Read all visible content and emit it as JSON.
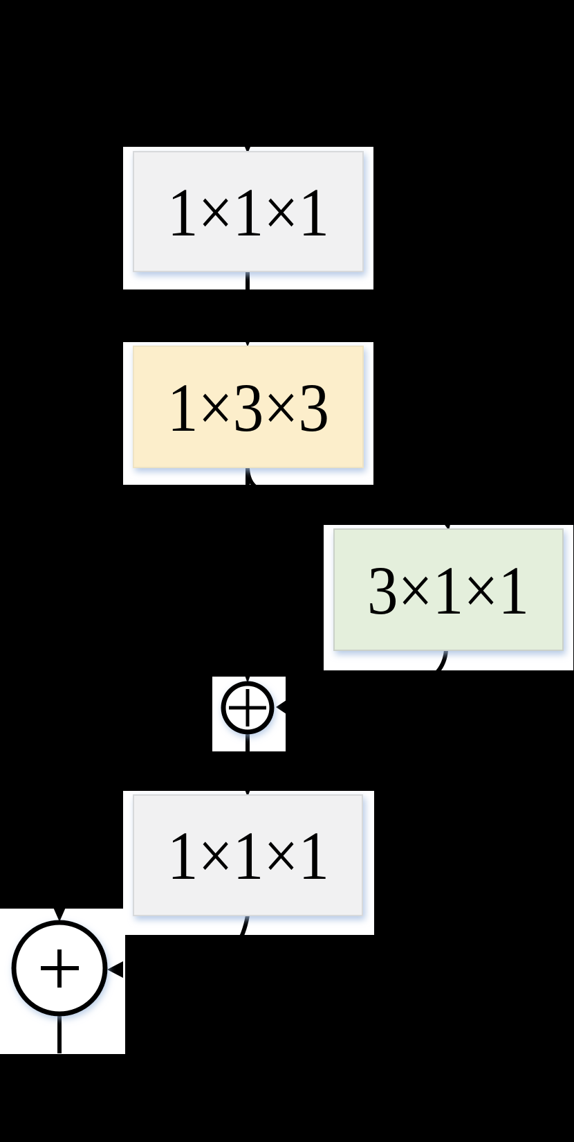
{
  "figure": {
    "name": "pseudo-3d-residual-bottleneck-block",
    "background_color": "#000000",
    "panel_color": "#ffffff",
    "connector_color": "#000000",
    "text_color": "#000000",
    "shadow_color": "#9db8dd",
    "blocks": [
      {
        "role": "conv-1x1x1-reduce",
        "label": "1×1×1",
        "fill": "#f1f1f2",
        "border": "#d7d9db"
      },
      {
        "role": "conv-1x3x3-spatial",
        "label": "1×3×3",
        "fill": "#fceecb",
        "border": "#eee3c4"
      },
      {
        "role": "conv-3x1x1-temporal",
        "label": "3×1×1",
        "fill": "#e4efdc",
        "border": "#cbd1c9"
      },
      {
        "role": "conv-1x1x1-expand",
        "label": "1×1×1",
        "fill": "#f1f1f2",
        "border": "#d7d9db"
      }
    ],
    "operators": [
      {
        "role": "add-junction-inner",
        "symbol": "+"
      },
      {
        "role": "add-junction-residual",
        "symbol": "+"
      }
    ]
  }
}
